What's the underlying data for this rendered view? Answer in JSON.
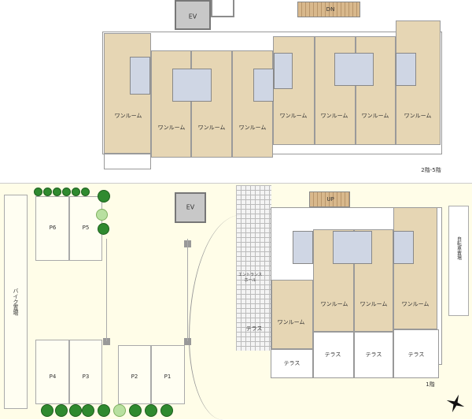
{
  "upper_floor": {
    "label": "2階-5階",
    "ev": "EV",
    "stair": "DN",
    "units": [
      "ワンルーム",
      "ワンルーム",
      "ワンルーム",
      "ワンルーム",
      "ワンルーム",
      "ワンルーム",
      "ワンルーム",
      "ワンルーム"
    ]
  },
  "ground_floor": {
    "label": "1階",
    "ev": "EV",
    "stair": "UP",
    "entrance": "エントランスホール",
    "entrance_terrace": "テラス",
    "units": [
      "ワンルーム",
      "ワンルーム",
      "ワンルーム",
      "ワンルーム"
    ],
    "terraces": [
      "テラス",
      "テラス",
      "テラス",
      "テラス"
    ],
    "bike_parking": "バイク置場",
    "bicycle_parking": "自転車置場",
    "parking": [
      "P6",
      "P5",
      "P4",
      "P3",
      "P2",
      "P1"
    ]
  },
  "colors": {
    "room": "#e6d6b4",
    "bath": "#cfd6e4",
    "site": "#fffde8",
    "tree": "#2f8a2f"
  }
}
